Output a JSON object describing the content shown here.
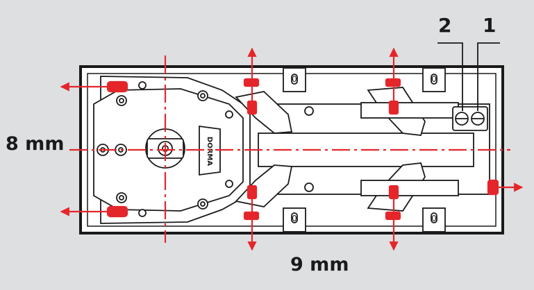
{
  "labels": {
    "height_dimension": "8 mm",
    "width_dimension": "9 mm",
    "callout_2": "2",
    "callout_1": "1",
    "brand": "DORMA",
    "slot_mark": "0"
  },
  "colors": {
    "background": "#dedfe0",
    "frame": "#1a1a1a",
    "body_fill": "#ffffff",
    "adjust_red": "#e4262b",
    "centerline_red": "#e4262b"
  },
  "icons": {
    "adjust_arrow": "arrow-icon",
    "adjust_screw": "screw-icon",
    "brand_logo": "dorma-logo"
  }
}
